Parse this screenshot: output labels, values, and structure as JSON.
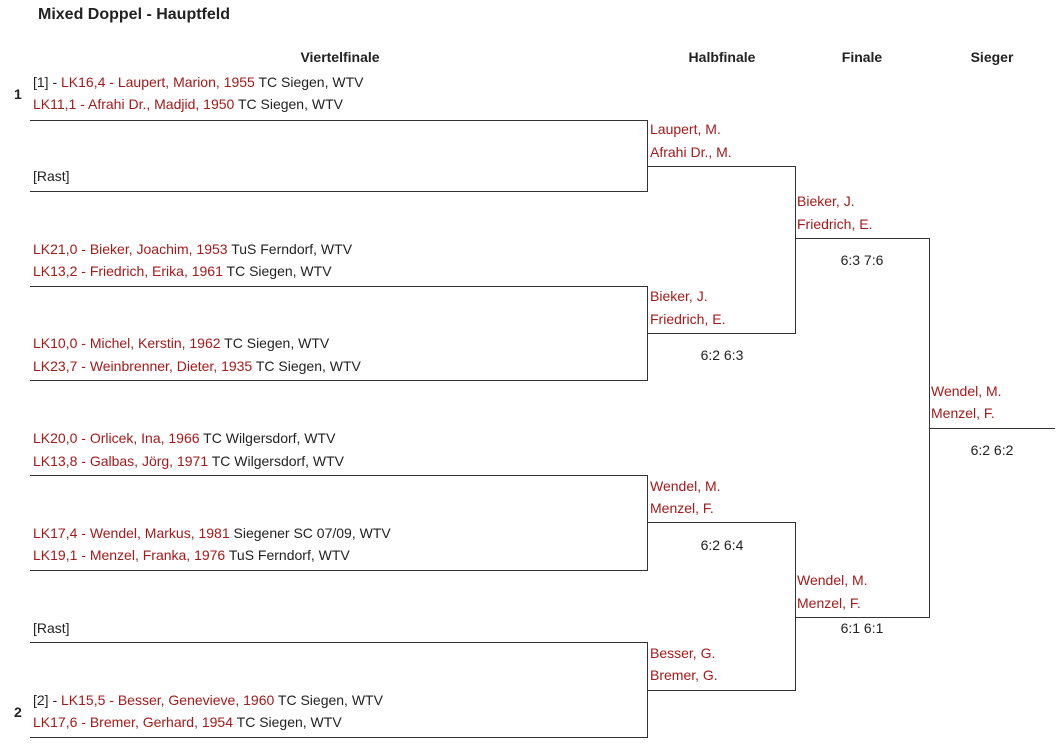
{
  "title": "Mixed Doppel - Hauptfeld",
  "rounds": [
    "Viertelfinale",
    "Halbfinale",
    "Finale",
    "Sieger"
  ],
  "seed_labels": {
    "top": "1",
    "bottom": "2"
  },
  "quarterfinal": [
    {
      "seed": "[1] - ",
      "name": "LK16,4 - Laupert, Marion, 1955",
      "club": " TC Siegen, WTV"
    },
    {
      "seed": "",
      "name": "LK11,1 - Afrahi Dr., Madjid, 1950",
      "club": " TC Siegen, WTV"
    },
    {
      "bye": "[Rast]"
    },
    {
      "seed": "",
      "name": "LK21,0 - Bieker, Joachim, 1953",
      "club": " TuS Ferndorf, WTV"
    },
    {
      "seed": "",
      "name": "LK13,2 - Friedrich, Erika, 1961",
      "club": " TC Siegen, WTV"
    },
    {
      "seed": "",
      "name": "LK10,0 - Michel, Kerstin, 1962",
      "club": " TC Siegen, WTV"
    },
    {
      "seed": "",
      "name": "LK23,7 - Weinbrenner, Dieter, 1935",
      "club": " TC Siegen, WTV"
    },
    {
      "seed": "",
      "name": "LK20,0 - Orlicek, Ina, 1966",
      "club": " TC Wilgersdorf, WTV"
    },
    {
      "seed": "",
      "name": "LK13,8 - Galbas, Jörg, 1971",
      "club": " TC Wilgersdorf, WTV"
    },
    {
      "seed": "",
      "name": "LK17,4 - Wendel, Markus, 1981",
      "club": " Siegener SC 07/09, WTV"
    },
    {
      "seed": "",
      "name": "LK19,1 - Menzel, Franka, 1976",
      "club": " TuS Ferndorf, WTV"
    },
    {
      "bye": "[Rast]"
    },
    {
      "seed": "[2] - ",
      "name": "LK15,5 - Besser, Genevieve, 1960",
      "club": " TC Siegen, WTV"
    },
    {
      "seed": "",
      "name": "LK17,6 - Bremer, Gerhard, 1954",
      "club": " TC Siegen, WTV"
    }
  ],
  "semifinal": [
    {
      "p1": "Laupert, M.",
      "p2": "Afrahi Dr., M.",
      "score": ""
    },
    {
      "p1": "Bieker, J.",
      "p2": "Friedrich, E.",
      "score": "6:2 6:3"
    },
    {
      "p1": "Wendel, M.",
      "p2": "Menzel, F.",
      "score": "6:2 6:4"
    },
    {
      "p1": "Besser, G.",
      "p2": "Bremer, G.",
      "score": ""
    }
  ],
  "final": [
    {
      "p1": "Bieker, J.",
      "p2": "Friedrich, E.",
      "score": "6:3 7:6"
    },
    {
      "p1": "Wendel, M.",
      "p2": "Menzel, F.",
      "score": "6:1 6:1"
    }
  ],
  "winner": {
    "p1": "Wendel, M.",
    "p2": "Menzel, F.",
    "score": "6:2 6:2"
  }
}
